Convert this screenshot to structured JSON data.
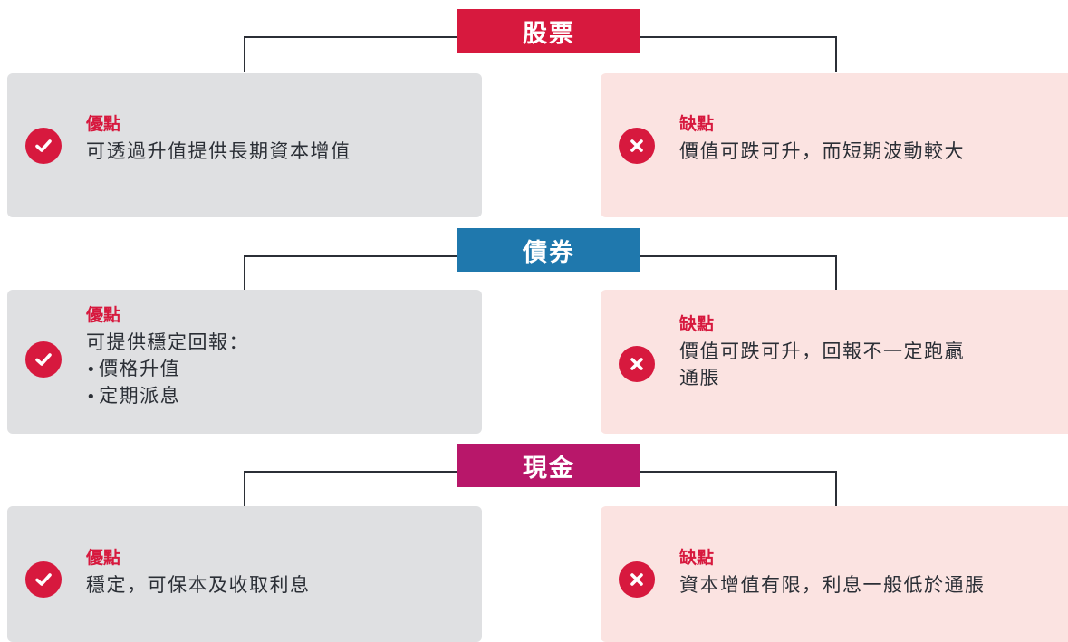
{
  "colors": {
    "stocks_header": "#d7193e",
    "bonds_header": "#1f78ad",
    "cash_header": "#b8176a",
    "pro_card": "#dfe0e2",
    "con_card": "#fbe3e1",
    "accent": "#d7193e",
    "line": "#2b2f36"
  },
  "sections": [
    {
      "header": "股票",
      "pros": {
        "label": "優點",
        "icon": "check-icon",
        "text": "可透過升值提供長期資本增值"
      },
      "cons": {
        "label": "缺點",
        "icon": "cross-icon",
        "text": "價值可跌可升，而短期波動較大"
      }
    },
    {
      "header": "債券",
      "pros": {
        "label": "優點",
        "icon": "check-icon",
        "text": "可提供穩定回報：",
        "bullets": [
          "價格升值",
          "定期派息"
        ]
      },
      "cons": {
        "label": "缺點",
        "icon": "cross-icon",
        "text_line1": "價值可跌可升，回報不一定跑贏",
        "text_line2": "通脹"
      }
    },
    {
      "header": "現金",
      "pros": {
        "label": "優點",
        "icon": "check-icon",
        "text": "穩定，可保本及收取利息"
      },
      "cons": {
        "label": "缺點",
        "icon": "cross-icon",
        "text": "資本增值有限，利息一般低於通脹"
      }
    }
  ]
}
